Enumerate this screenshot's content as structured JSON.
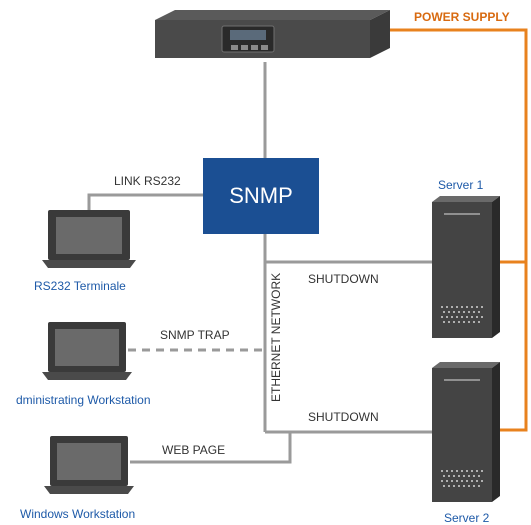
{
  "labels": {
    "power_supply": "POWER SUPPLY",
    "snmp": "SNMP",
    "link_rs232": "LINK RS232",
    "server1": "Server 1",
    "server2": "Server 2",
    "shutdown1": "SHUTDOWN",
    "shutdown2": "SHUTDOWN",
    "ethernet_network": "ETHERNET NETWORK",
    "snmp_trap": "SNMP TRAP",
    "web_page": "WEB PAGE",
    "rs232_terminal": "RS232 Terminale",
    "admin_workstation": "dministrating Workstation",
    "windows_workstation": "Windows Workstation"
  },
  "colors": {
    "snmp_box": "#1b4f93",
    "power_line": "#e8821e",
    "network_line": "#9a9a9a",
    "label_blue": "#1e5aa8"
  },
  "icons": [
    "ups-device-icon",
    "server-tower-icon",
    "laptop-icon"
  ]
}
